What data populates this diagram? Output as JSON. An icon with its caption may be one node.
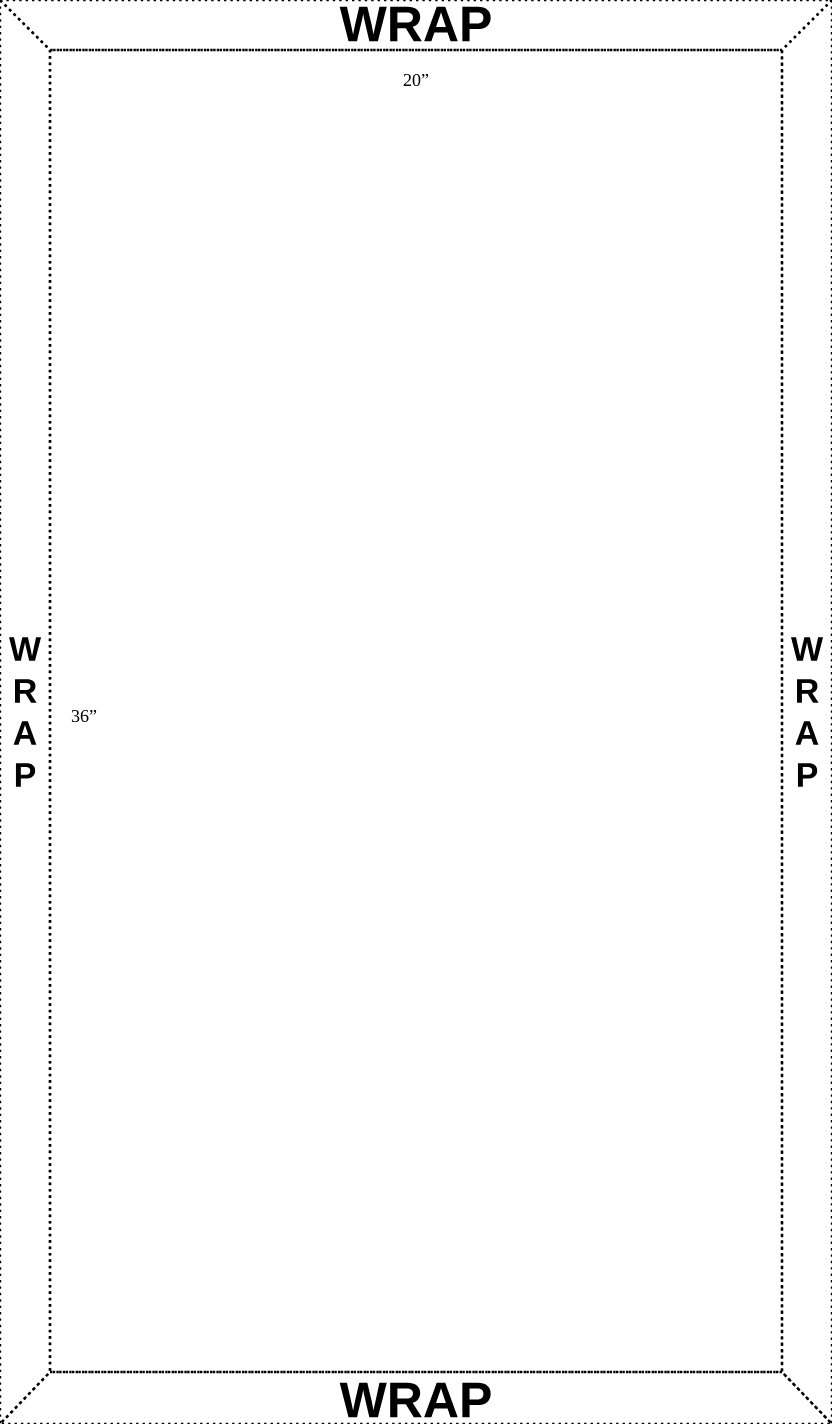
{
  "diagram": {
    "nodes": [
      {
        "text": [
          "WRAP"
        ]
      },
      {
        "text": [
          "WRAP"
        ]
      },
      {
        "text": [
          "WRAP"
        ]
      },
      {
        "text": [
          "WRAP"
        ]
      }
    ],
    "labels": [
      "20”",
      "36”"
    ]
  }
}
